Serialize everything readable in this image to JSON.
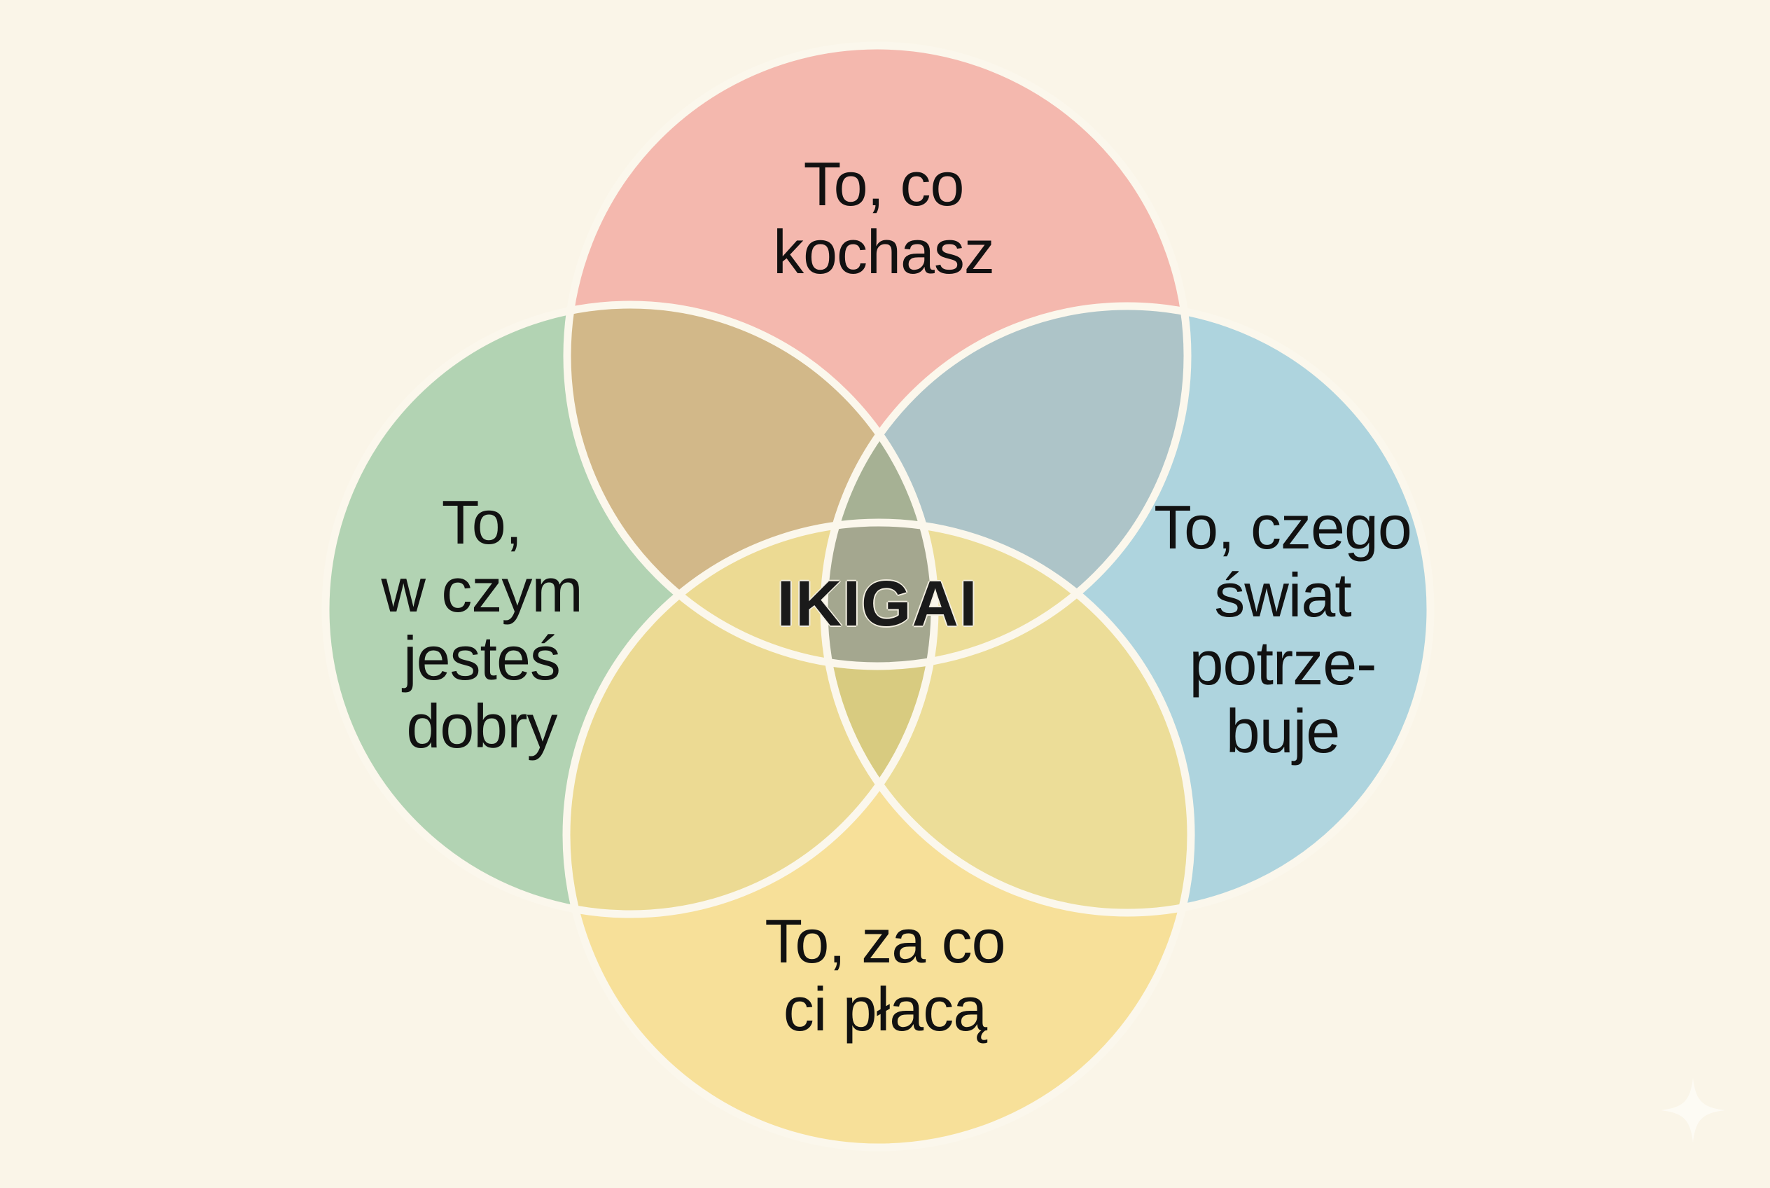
{
  "diagram": {
    "type": "venn",
    "title": "IKIGAI",
    "background_color": "#faf5e8",
    "stroke_color": "#fbf7ec",
    "center_label": "IKIGAI",
    "circles": [
      {
        "id": "love",
        "position": "top",
        "color": "#f4b8ae",
        "lines": [
          "To, co",
          "kochasz"
        ]
      },
      {
        "id": "good_at",
        "position": "left",
        "color": "#b2d3b3",
        "lines": [
          "To,",
          "w czym",
          "jesteś",
          "dobry"
        ]
      },
      {
        "id": "world_needs",
        "position": "right",
        "color": "#aed4de",
        "lines": [
          "To, czego",
          "świat",
          "potrze-",
          "buje"
        ]
      },
      {
        "id": "paid_for",
        "position": "bottom",
        "color": "#f7e099",
        "lines": [
          "To, za co",
          "ci płacą"
        ]
      }
    ],
    "overlap_colors": {
      "love_good_at": "#d2b889",
      "love_world_needs": "#adc4c8",
      "good_at_paid_for": "#ecda93",
      "world_needs_paid_for": "#ecdd98",
      "love_good_at_world_needs": "#a6b194",
      "good_at_world_needs_paid_for": "#d8cb80",
      "all_four": "#a4a78f"
    },
    "watermark_icon": "sparkle-icon"
  }
}
